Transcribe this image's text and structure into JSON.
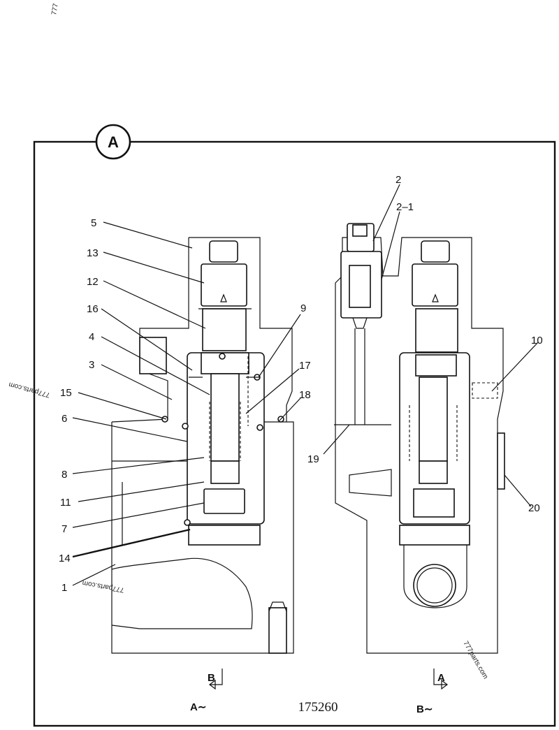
{
  "watermark": "777parts.com",
  "watermark_partial": "777",
  "detail_label": "A",
  "reference_number": "175260",
  "section_left": {
    "arrow_letter": "B",
    "label": "A∼"
  },
  "section_right": {
    "arrow_letter": "A",
    "label": "B∼"
  },
  "callouts": {
    "c1": "1",
    "c2": "2",
    "c2_1": "2–1",
    "c3": "3",
    "c4": "4",
    "c5": "5",
    "c6": "6",
    "c7": "7",
    "c8": "8",
    "c9": "9",
    "c10": "10",
    "c11": "11",
    "c12": "12",
    "c13": "13",
    "c14": "14",
    "c15": "15",
    "c16": "16",
    "c17": "17",
    "c18": "18",
    "c19": "19",
    "c20": "20"
  }
}
